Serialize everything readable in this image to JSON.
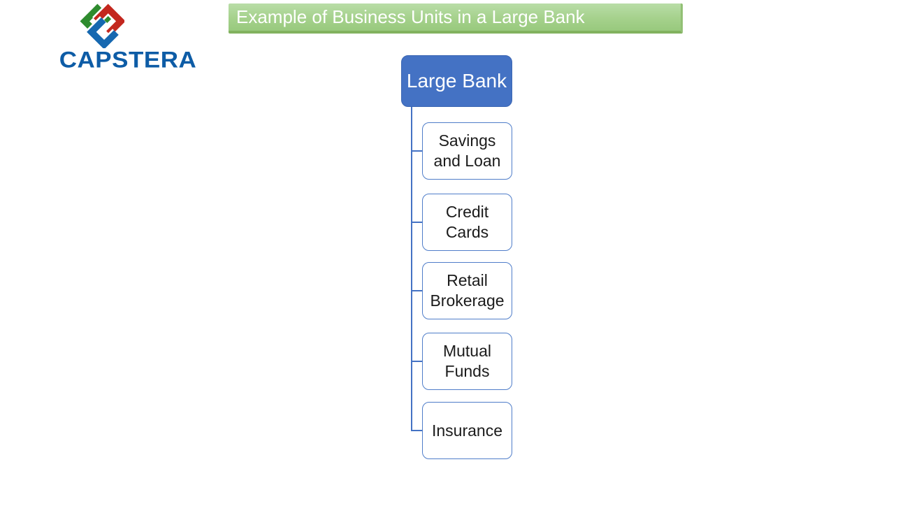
{
  "logo": {
    "brand": "CAPSTERA",
    "icon": "capstera-cube-icon",
    "icon_colors": {
      "green": "#2e8b2e",
      "red": "#c3271e",
      "blue": "#1668b0"
    },
    "text_color": "#0d5ca6"
  },
  "banner": {
    "title": "Example of Business Units in a Large Bank",
    "background": "#a5d18c",
    "text_color": "#ffffff"
  },
  "diagram": {
    "type": "hierarchy",
    "root": {
      "label": "Large Bank",
      "fill": "#4472c4",
      "text_color": "#ffffff"
    },
    "children": [
      {
        "label": "Savings and Loan",
        "lines": [
          "Savings",
          "and Loan"
        ]
      },
      {
        "label": "Credit Cards",
        "lines": [
          "Credit",
          "Cards"
        ]
      },
      {
        "label": "Retail Brokerage",
        "lines": [
          "Retail",
          "Brokerage"
        ]
      },
      {
        "label": "Mutual Funds",
        "lines": [
          "Mutual",
          "Funds"
        ]
      },
      {
        "label": "Insurance",
        "lines": [
          "Insurance"
        ]
      }
    ],
    "connector_color": "#4472c4",
    "child_border_color": "#4f7dc9",
    "child_fill": "#ffffff",
    "child_text_color": "#1b1b1b"
  }
}
